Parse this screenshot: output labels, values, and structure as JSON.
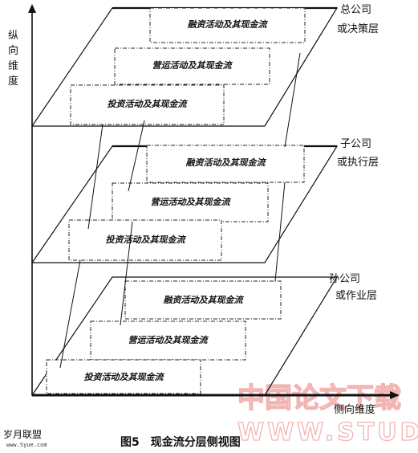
{
  "axes": {
    "vertical_label": "纵向维度",
    "horizontal_label": "侧向维度"
  },
  "levels": [
    {
      "title": "总公司",
      "subtitle": "或决策层",
      "boxes": [
        "融资活动及其现金流",
        "营运活动及其现金流",
        "投资活动及其现金流"
      ]
    },
    {
      "title": "子公司",
      "subtitle": "或执行层",
      "boxes": [
        "融资活动及其现金流",
        "营运活动及其现金流",
        "投资活动及其现金流"
      ]
    },
    {
      "title": "孙公司",
      "subtitle": "或作业层",
      "boxes": [
        "融资活动及其现金流",
        "营运活动及其现金流",
        "投资活动及其现金流"
      ]
    }
  ],
  "caption": "图5　现金流分层侧视图",
  "branding": {
    "logo_text": "岁月联盟",
    "logo_url": "www.Syue.com",
    "watermark_cn": "中国论文下载",
    "watermark_en": "WWW.STUDA."
  }
}
